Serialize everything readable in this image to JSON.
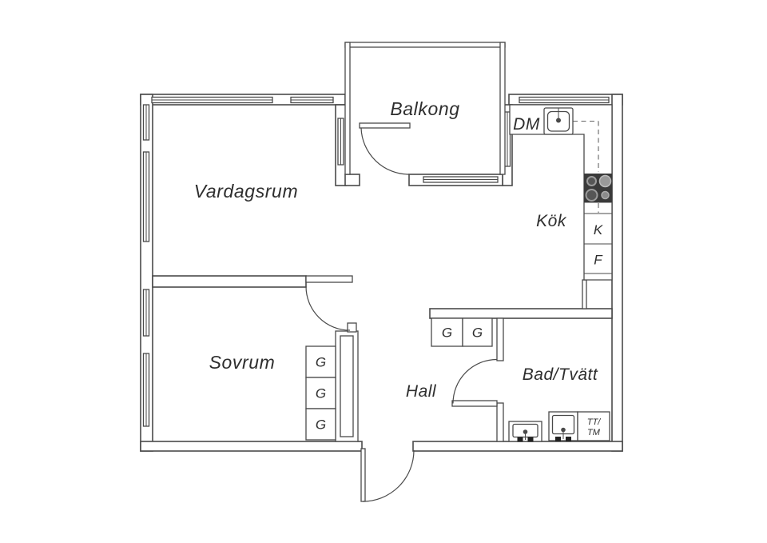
{
  "plan": {
    "rooms": {
      "living": "Vardagsrum",
      "balcony": "Balkong",
      "kitchen": "Kök",
      "bedroom": "Sovrum",
      "hall": "Hall",
      "bath": "Bad/Tvätt"
    },
    "appliances": {
      "dishwasher": "DM",
      "fridge": "K",
      "freezer": "F",
      "wardrobe": "G",
      "dryer_washer_line1": "TT/",
      "dryer_washer_line2": "TM"
    },
    "colors": {
      "line": "#4a4a4a",
      "text": "#2e2e2e",
      "stove": "#3a3a3a",
      "burner": "#9c9c9c",
      "bg": "#ffffff"
    }
  }
}
